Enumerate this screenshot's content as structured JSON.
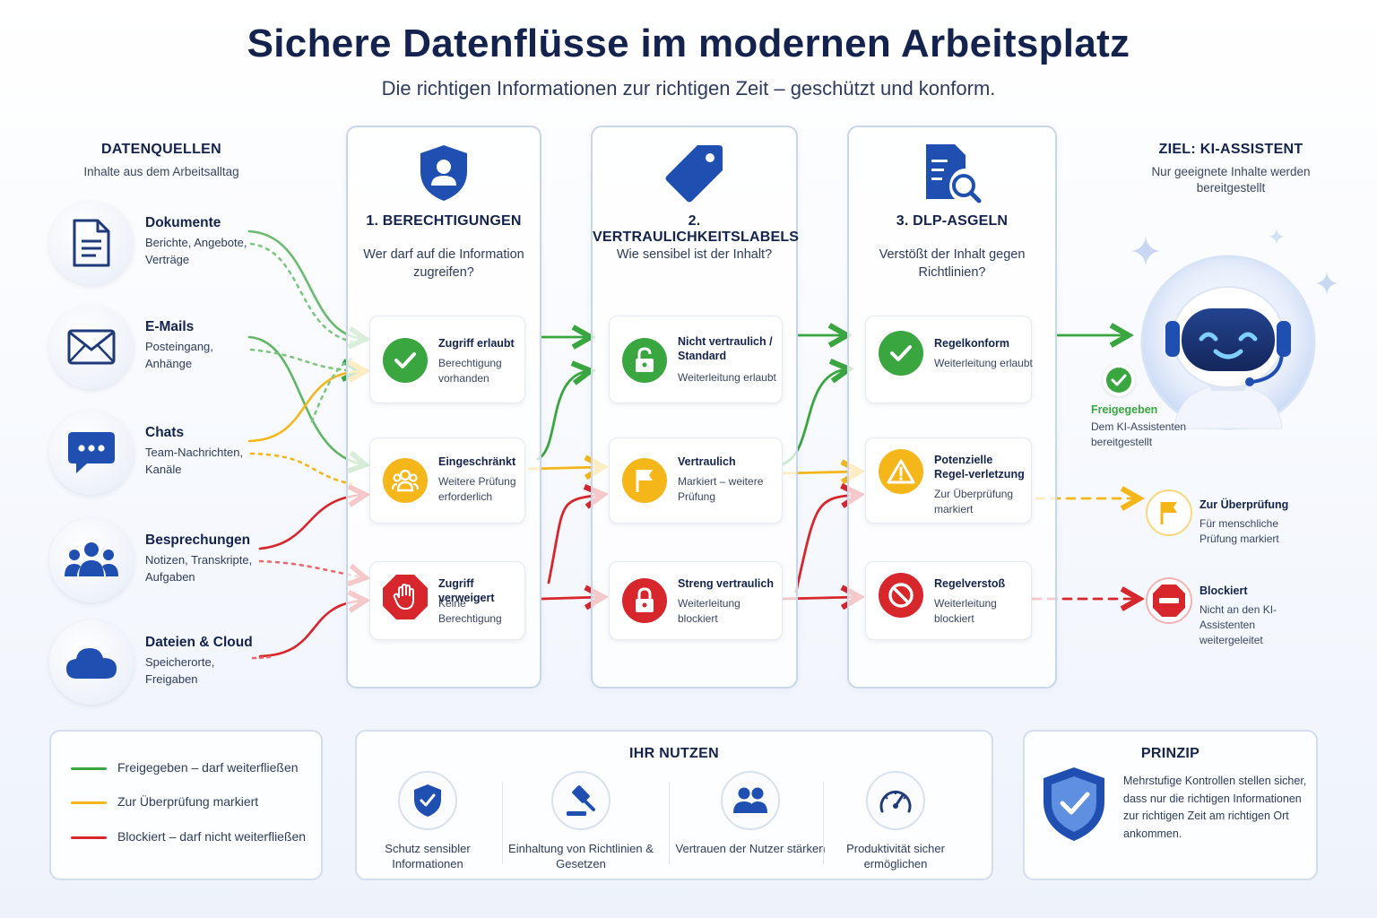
{
  "header": {
    "title": "Sichere Datenflüsse im modernen Arbeitsplatz",
    "subtitle": "Die richtigen Informationen zur richtigen Zeit – geschützt und konform."
  },
  "sources": {
    "heading": "DATENQUELLEN",
    "subheading": "Inhalte aus dem Arbeitsalltag",
    "items": [
      {
        "title": "Dokumente",
        "desc": "Berichte, Angebote, Verträge",
        "icon": "document-icon"
      },
      {
        "title": "E-Mails",
        "desc": "Posteingang, Anhänge",
        "icon": "mail-icon"
      },
      {
        "title": "Chats",
        "desc": "Team-Nachrichten, Kanäle",
        "icon": "chat-icon"
      },
      {
        "title": "Besprechungen",
        "desc": "Notizen, Transkripte, Aufgaben",
        "icon": "people-icon"
      },
      {
        "title": "Dateien & Cloud",
        "desc": "Speicherorte, Freigaben",
        "icon": "cloud-icon"
      }
    ]
  },
  "columns": [
    {
      "title": "1. BERECHTIGUNGEN",
      "question": "Wer darf auf die Information zugreifen?",
      "icon": "shield-user-icon",
      "cards": [
        {
          "title": "Zugriff erlaubt",
          "desc": "Berechtigung vorhanden",
          "status": "green",
          "icon": "check-icon"
        },
        {
          "title": "Eingeschränkt",
          "desc": "Weitere Prüfung erforderlich",
          "status": "yellow",
          "icon": "group-icon"
        },
        {
          "title": "Zugriff verweigert",
          "desc": "Keine Berechtigung",
          "status": "red",
          "icon": "hand-stop-icon"
        }
      ]
    },
    {
      "title": "2. VERTRAULICHKEITSLABELS",
      "question": "Wie sensibel ist der Inhalt?",
      "icon": "tag-icon",
      "cards": [
        {
          "title": "Nicht vertraulich / Standard",
          "desc": "Weiterleitung erlaubt",
          "status": "green",
          "icon": "unlock-icon"
        },
        {
          "title": "Vertraulich",
          "desc": "Markiert – weitere Prüfung",
          "status": "yellow",
          "icon": "flag-icon"
        },
        {
          "title": "Streng vertraulich",
          "desc": "Weiterleitung blockiert",
          "status": "red",
          "icon": "lock-icon"
        }
      ]
    },
    {
      "title": "3. DLP-ASGELN",
      "question": "Verstößt der Inhalt gegen Richtlinien?",
      "icon": "document-search-icon",
      "cards": [
        {
          "title": "Regelkonform",
          "desc": "Weiterleitung erlaubt",
          "status": "green",
          "icon": "check-icon"
        },
        {
          "title": "Potenzielle Regel-verletzung",
          "desc": "Zur Überprüfung markiert",
          "status": "yellow",
          "icon": "warning-icon"
        },
        {
          "title": "Regelverstoß",
          "desc": "Weiterleitung blockiert",
          "status": "red",
          "icon": "prohibited-icon"
        }
      ]
    }
  ],
  "target": {
    "heading": "ZIEL: KI-ASSISTENT",
    "subheading": "Nur geeignete Inhalte werden bereitgestellt",
    "approved_title": "Freigegeben",
    "approved_desc": "Dem KI-Assistenten bereitgestellt",
    "review_title": "Zur Überprüfung",
    "review_desc": "Für menschliche Prüfung markiert",
    "blocked_title": "Blockiert",
    "blocked_desc": "Nicht an den KI-Assistenten weitergeleitet"
  },
  "legend": {
    "items": [
      {
        "label": "Freigegeben – darf weiterfließen",
        "color": "#3aa640"
      },
      {
        "label": "Zur Überprüfung markiert",
        "color": "#f5b61a"
      },
      {
        "label": "Blockiert – darf nicht weiterfließen",
        "color": "#d7262c"
      }
    ]
  },
  "benefits": {
    "heading": "IHR NUTZEN",
    "items": [
      {
        "label": "Schutz sensibler Informationen",
        "icon": "shield-check-icon"
      },
      {
        "label": "Einhaltung von Richtlinien & Gesetzen",
        "icon": "gavel-icon"
      },
      {
        "label": "Vertrauen der Nutzer stärken",
        "icon": "users-icon"
      },
      {
        "label": "Produktivität sicher ermöglichen",
        "icon": "speedometer-icon"
      }
    ]
  },
  "principle": {
    "heading": "PRINZIP",
    "text": "Mehrstufige Kontrollen stellen sicher, dass nur die richtigen Informationen zur richtigen Zeit am richtigen Ort ankommen.",
    "icon": "shield-check-icon"
  },
  "colors": {
    "green": "#3aa640",
    "yellow": "#f5b61a",
    "red": "#d7262c",
    "navy": "#14234d",
    "brand_blue": "#1f4fb0"
  }
}
